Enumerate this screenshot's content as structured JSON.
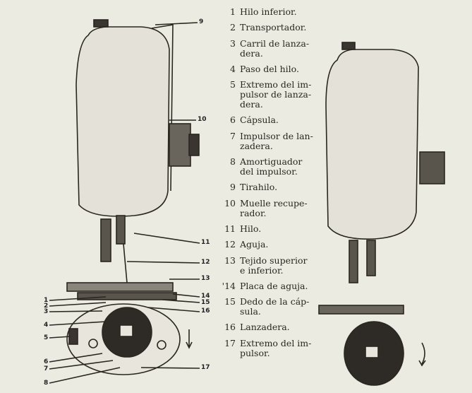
{
  "legend": [
    {
      "num": "1",
      "text": "Hilo inferior."
    },
    {
      "num": "2",
      "text": "Transportador."
    },
    {
      "num": "3",
      "text": "Carril de lanza-\ndera."
    },
    {
      "num": "4",
      "text": "Paso del hilo."
    },
    {
      "num": "5",
      "text": "Extremo del im-\npulsor de lanza-\ndera."
    },
    {
      "num": "6",
      "text": "Cápsula."
    },
    {
      "num": "7",
      "text": "Impulsor de lan-\nzadera."
    },
    {
      "num": "8",
      "text": "Amortiguador\ndel impulsor."
    },
    {
      "num": "9",
      "text": "Tirahilo."
    },
    {
      "num": "10",
      "text": "Muelle recupe-\nrador."
    },
    {
      "num": "11",
      "text": "Hilo."
    },
    {
      "num": "12",
      "text": "Aguja."
    },
    {
      "num": "13",
      "text": "Tejido superior\ne inferior."
    },
    {
      "num": "'14",
      "text": "Placa de aguja."
    },
    {
      "num": "15",
      "text": "Dedo de la cáp-\nsula."
    },
    {
      "num": "16",
      "text": "Lanzadera."
    },
    {
      "num": "17",
      "text": "Extremo del im-\npulsor."
    }
  ],
  "callouts": [
    "1",
    "2",
    "3",
    "4",
    "5",
    "6",
    "7",
    "8",
    "9",
    "10",
    "11",
    "12",
    "13",
    "14",
    "15",
    "16",
    "17"
  ]
}
